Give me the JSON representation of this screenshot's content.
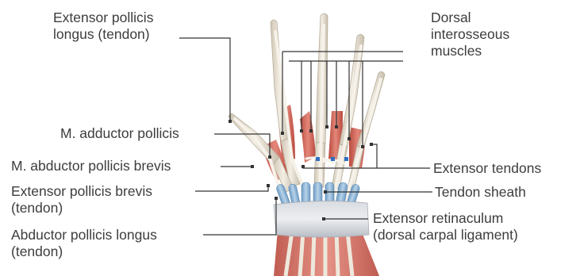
{
  "labels": {
    "extensor_pollicis_longus": [
      "Extensor pollicis",
      "longus (tendon)"
    ],
    "dorsal_interosseous": [
      "Dorsal",
      "interosseous",
      "muscles"
    ],
    "adductor_pollicis": "M. adductor pollicis",
    "abductor_pollicis_brevis": "M. abductor pollicis brevis",
    "extensor_tendons": "Extensor tendons",
    "extensor_pollicis_brevis": [
      "Extensor pollicis brevis",
      "(tendon)"
    ],
    "tendon_sheath": "Tendon sheath",
    "extensor_retinaculum": [
      "Extensor retinaculum",
      "(dorsal carpal ligament)"
    ],
    "abductor_pollicis_longus": [
      "Abductor pollicis longus",
      "(tendon)"
    ]
  },
  "colors": {
    "label_text": "#3d3d3d",
    "leader_line": "#333333",
    "bone": "#e9e2d4",
    "muscle": "#d9705f",
    "tendon": "#f1ede4",
    "sheath": "#8fb8d8",
    "retinaculum": "#c9ccd2",
    "marker_blue": "#2f6fc0"
  }
}
